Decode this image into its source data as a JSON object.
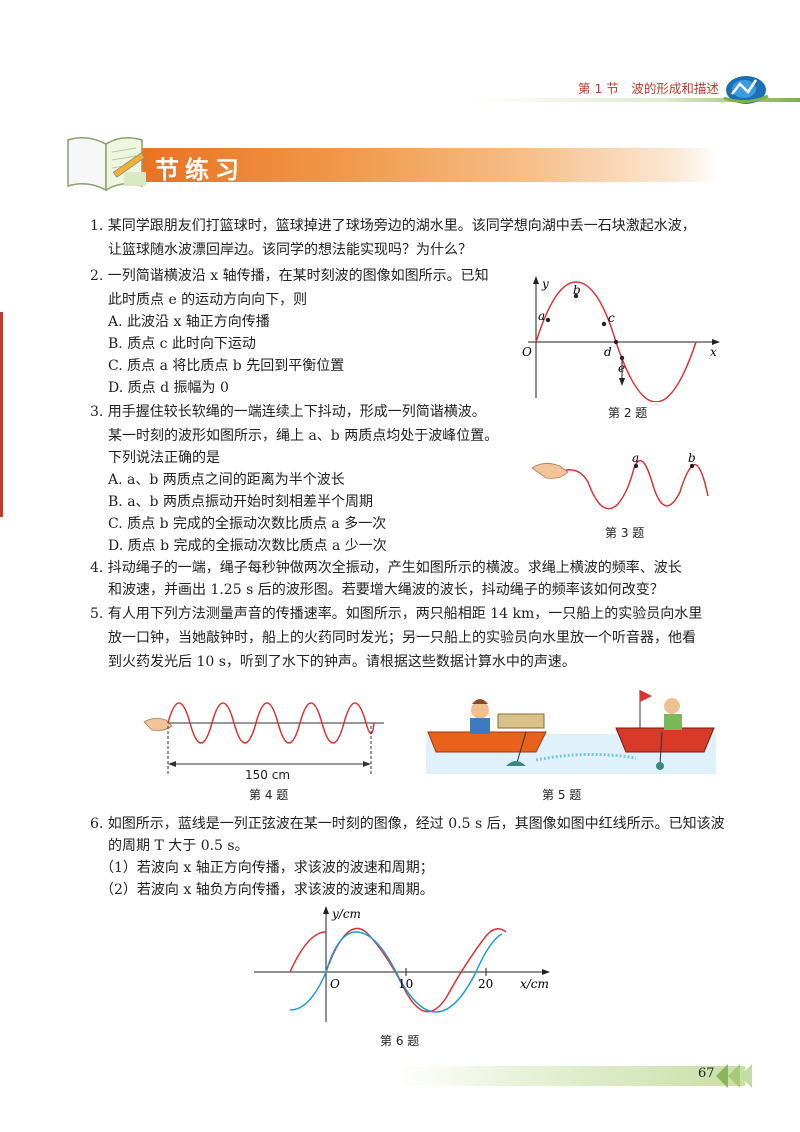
{
  "header": {
    "section": "第 1 节　波的形成和描述",
    "colors": {
      "accent": "#c0392b",
      "banner": "#e86a19",
      "footer": "#8ab55a"
    }
  },
  "banner": {
    "title": "节练习"
  },
  "problems": {
    "p1": [
      "1. 某同学跟朋友们打篮球时，篮球掉进了球场旁边的湖水里。该同学想向湖中丢一石块激起水波，",
      "让篮球随水波漂回岸边。该同学的想法能实现吗？为什么？"
    ],
    "p2": {
      "stem": [
        "2. 一列简谐横波沿 x 轴传播，在某时刻波的图像如图所示。已知",
        "此时质点 e 的运动方向向下，则"
      ],
      "options": [
        "A. 此波沿 x 轴正方向传播",
        "B. 质点 c 此时向下运动",
        "C. 质点 a 将比质点 b 先回到平衡位置",
        "D. 质点 d 振幅为 0"
      ]
    },
    "p3": {
      "stem": [
        "3. 用手握住较长软绳的一端连续上下抖动，形成一列简谐横波。",
        "某一时刻的波形如图所示，绳上 a、b 两质点均处于波峰位置。",
        "下列说法正确的是"
      ],
      "options": [
        "A. a、b 两质点之间的距离为半个波长",
        "B. a、b 两质点振动开始时刻相差半个周期",
        "C. 质点 b 完成的全振动次数比质点 a 多一次",
        "D. 质点 b 完成的全振动次数比质点 a 少一次"
      ]
    },
    "p4": [
      "4. 抖动绳子的一端，绳子每秒钟做两次全振动，产生如图所示的横波。求绳上横波的频率、波长",
      "和波速，并画出 1.25 s 后的波形图。若要增大绳波的波长，抖动绳子的频率该如何改变？"
    ],
    "p5": [
      "5. 有人用下列方法测量声音的传播速率。如图所示，两只船相距 14 km，一只船上的实验员向水里",
      "放一口钟，当她敲钟时，船上的火药同时发光；另一只船上的实验员向水里放一个听音器，他看",
      "到火药发光后 10 s，听到了水下的钟声。请根据这些数据计算水中的声速。"
    ],
    "p6": {
      "stem": [
        "6. 如图所示，蓝线是一列正弦波在某一时刻的图像，经过 0.5 s 后，其图像如图中红线所示。已知该波",
        "的周期 T 大于 0.5 s。"
      ],
      "parts": [
        "（1）若波向 x 轴正方向传播，求该波的波速和周期；",
        "（2）若波向 x 轴负方向传播，求该波的波速和周期。"
      ]
    }
  },
  "figures": {
    "fig2": {
      "caption": "第 2 题",
      "y": "y",
      "x": "x",
      "origin": "O",
      "a": "a",
      "b": "b",
      "c": "c",
      "d": "d",
      "e": "e"
    },
    "fig3": {
      "caption": "第 3 题",
      "a": "a",
      "b": "b"
    },
    "fig4": {
      "caption": "第 4 题",
      "length": "150 cm"
    },
    "fig5": {
      "caption": "第 5 题"
    },
    "fig6": {
      "caption": "第 6 题",
      "ylabel": "y/cm",
      "xlabel": "x/cm",
      "origin": "O",
      "tick10": "10",
      "tick20": "20"
    }
  },
  "footer": {
    "page": "67"
  }
}
